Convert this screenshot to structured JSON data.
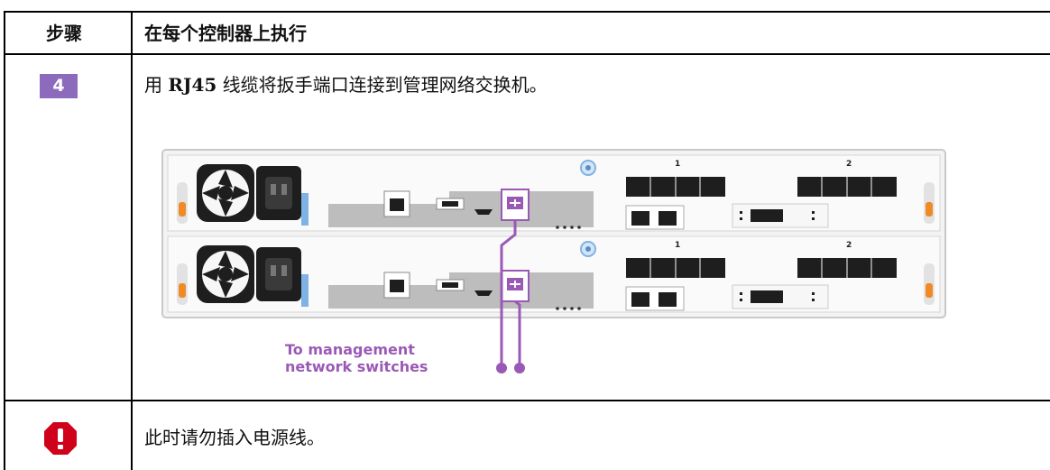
{
  "table": {
    "header": {
      "step": "步骤",
      "action": "在每个控制器上执行"
    },
    "row_step": {
      "badge": "4",
      "instruction_prefix": "用 ",
      "instruction_bold": "RJ45",
      "instruction_suffix": " 线缆将扳手端口连接到管理网络交换机。"
    },
    "row_warning": {
      "text": "此时请勿插入电源线。"
    }
  },
  "diagram": {
    "callout_line1": "To management",
    "callout_line2": "network switches",
    "port_label_1": "1",
    "port_label_2": "2",
    "cable_color": "#9b59b6",
    "latch_color": "#f08a24"
  },
  "colors": {
    "badge": "#8c6bbd",
    "warning": "#d0021b"
  }
}
